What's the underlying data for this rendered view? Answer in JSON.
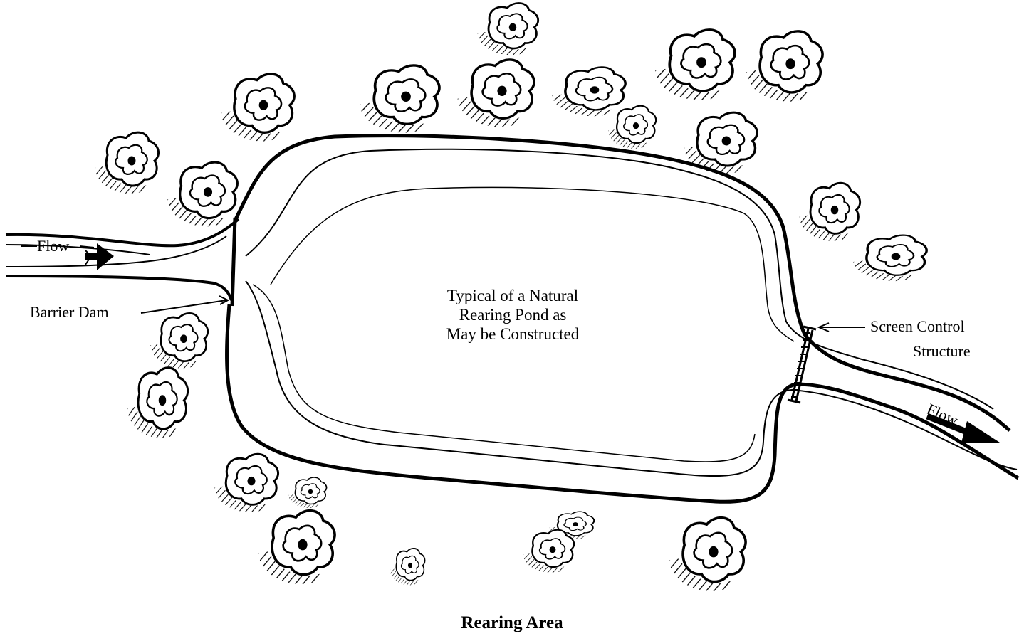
{
  "diagram": {
    "title_lines": [
      "Typical of a Natural",
      "Rearing Pond as",
      "May be Constructed"
    ],
    "caption": "Rearing Area",
    "labels": {
      "flow_in": "Flow",
      "flow_out": "Flow",
      "barrier_dam": "Barrier Dam",
      "screen_control_line1": "Screen Control",
      "screen_control_line2": "Structure"
    },
    "icons": [
      "tree-icon",
      "flow-arrow-icon",
      "barrier-dam-icon",
      "screen-control-icon"
    ]
  }
}
